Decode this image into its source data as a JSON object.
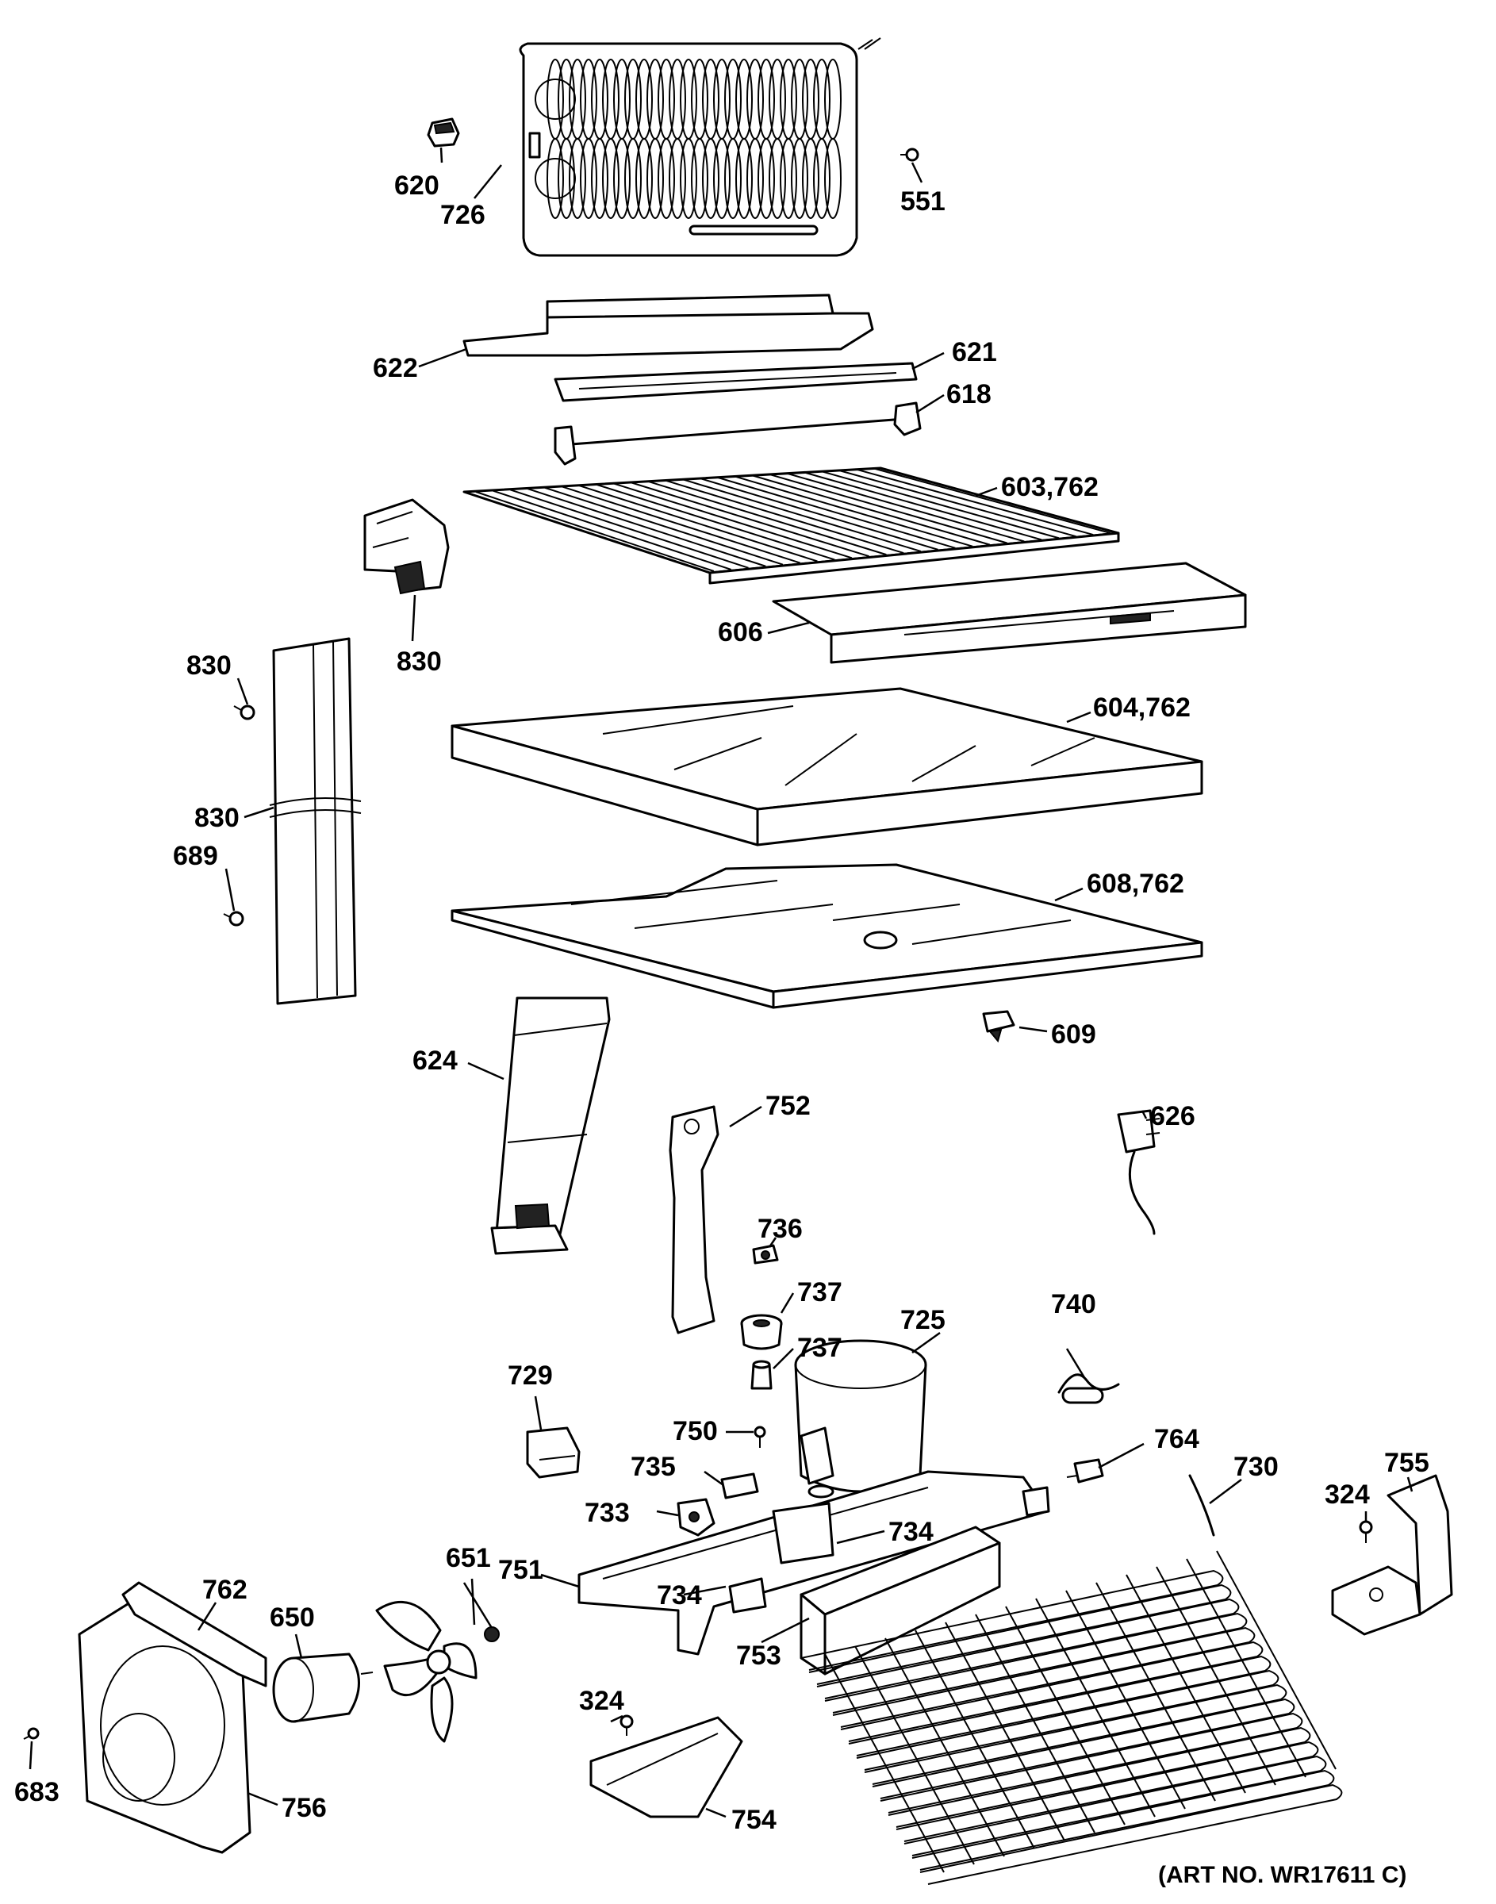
{
  "diagram": {
    "labels": [
      {
        "id": "p620",
        "text": "620"
      },
      {
        "id": "p726",
        "text": "726"
      },
      {
        "id": "p551",
        "text": "551"
      },
      {
        "id": "p622",
        "text": "622"
      },
      {
        "id": "p621",
        "text": "621"
      },
      {
        "id": "p618",
        "text": "618"
      },
      {
        "id": "p603",
        "text": "603,762"
      },
      {
        "id": "p830a",
        "text": "830"
      },
      {
        "id": "p606",
        "text": "606"
      },
      {
        "id": "p830b",
        "text": "830"
      },
      {
        "id": "p604",
        "text": "604,762"
      },
      {
        "id": "p830c",
        "text": "830"
      },
      {
        "id": "p689",
        "text": "689"
      },
      {
        "id": "p608",
        "text": "608,762"
      },
      {
        "id": "p609",
        "text": "609"
      },
      {
        "id": "p624",
        "text": "624"
      },
      {
        "id": "p752",
        "text": "752"
      },
      {
        "id": "p626",
        "text": "626"
      },
      {
        "id": "p736",
        "text": "736"
      },
      {
        "id": "p737a",
        "text": "737"
      },
      {
        "id": "p737b",
        "text": "737"
      },
      {
        "id": "p725",
        "text": "725"
      },
      {
        "id": "p740",
        "text": "740"
      },
      {
        "id": "p729",
        "text": "729"
      },
      {
        "id": "p750",
        "text": "750"
      },
      {
        "id": "p764",
        "text": "764"
      },
      {
        "id": "p735",
        "text": "735"
      },
      {
        "id": "p730",
        "text": "730"
      },
      {
        "id": "p324a",
        "text": "324"
      },
      {
        "id": "p755",
        "text": "755"
      },
      {
        "id": "p733",
        "text": "733"
      },
      {
        "id": "p734a",
        "text": "734"
      },
      {
        "id": "p651",
        "text": "651"
      },
      {
        "id": "p751",
        "text": "751"
      },
      {
        "id": "p734b",
        "text": "734"
      },
      {
        "id": "p762",
        "text": "762"
      },
      {
        "id": "p650",
        "text": "650"
      },
      {
        "id": "p753",
        "text": "753"
      },
      {
        "id": "p324b",
        "text": "324"
      },
      {
        "id": "p756",
        "text": "756"
      },
      {
        "id": "p754",
        "text": "754"
      },
      {
        "id": "p683",
        "text": "683"
      }
    ],
    "art_number": "(ART NO. WR17611 C)"
  }
}
